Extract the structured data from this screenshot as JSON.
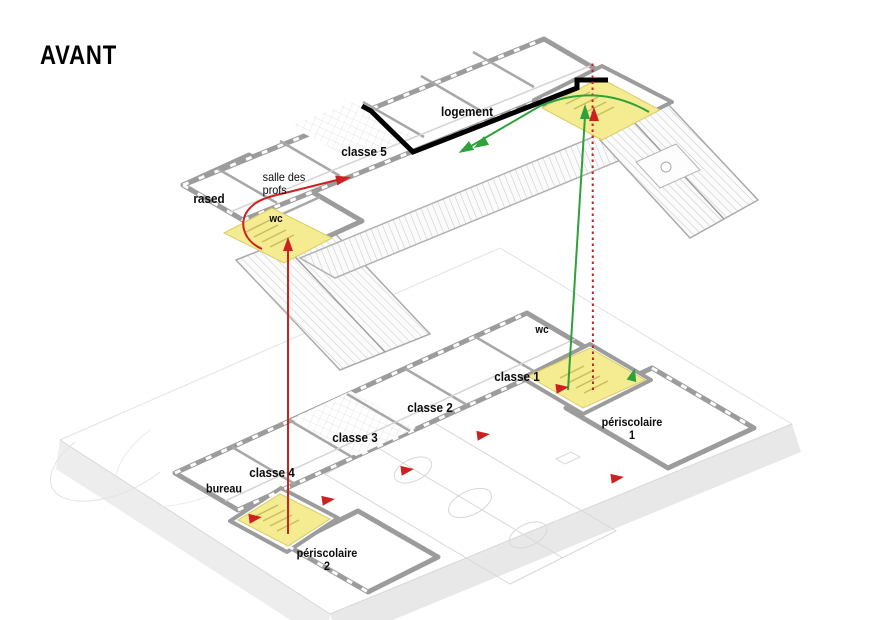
{
  "title": "AVANT",
  "colors": {
    "stair_highlight": "#f5eb90",
    "route_red": "#cc2120",
    "route_green": "#2ea13a",
    "separation_line": "#000000",
    "walls_gray": "#9c9c9c"
  },
  "upper_floor": {
    "rooms": {
      "logement": "logement",
      "classe5": "classe 5",
      "salle_des_profs": [
        "salle des",
        "profs"
      ],
      "rased": "rased",
      "wc": "wc"
    }
  },
  "lower_floor": {
    "rooms": {
      "classe1": "classe 1",
      "classe2": "classe 2",
      "classe3": "classe 3",
      "classe4": "classe 4",
      "bureau": "bureau",
      "wc": "wc",
      "periscolaire1": [
        "périscolaire",
        "1"
      ],
      "periscolaire2": [
        "périscolaire",
        "2"
      ]
    }
  }
}
